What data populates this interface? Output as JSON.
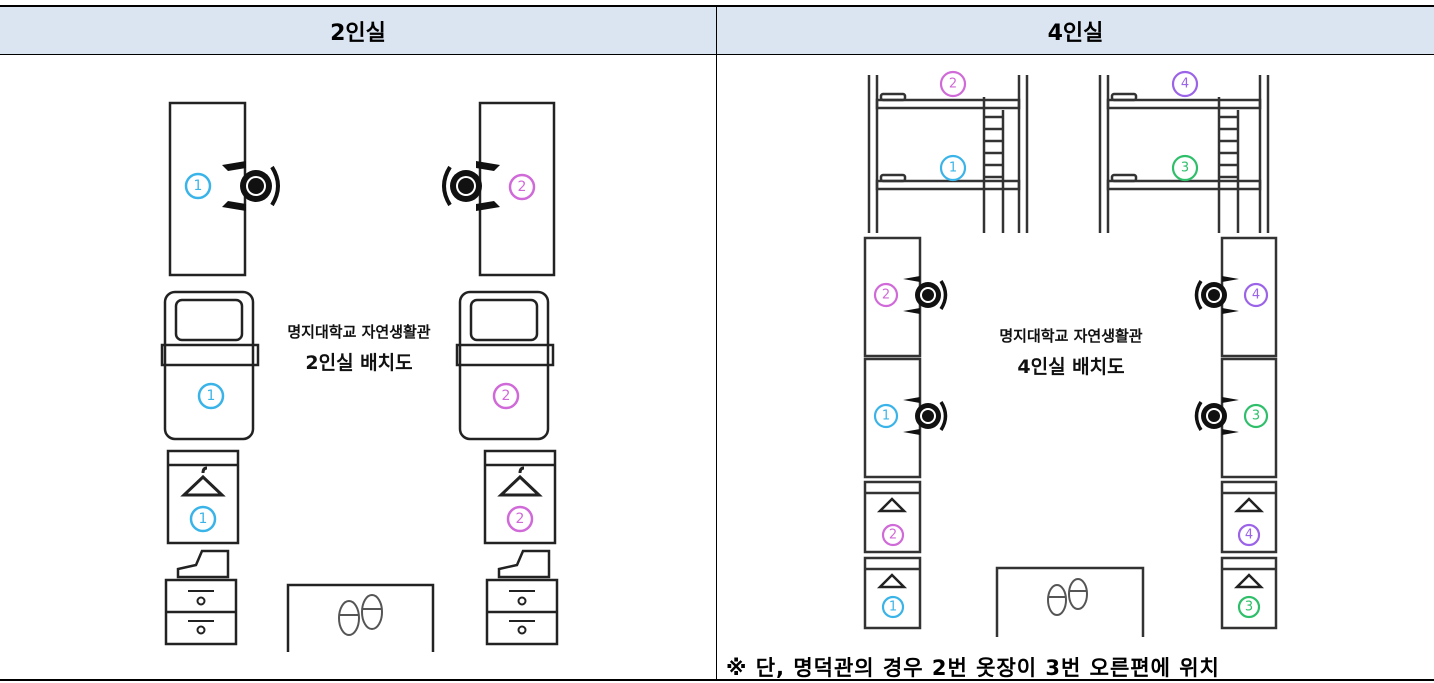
{
  "table": {
    "headers": [
      "2인실",
      "4인실"
    ]
  },
  "room2": {
    "title_line1": "명지대학교 자연생활관",
    "title_line2": "2인실 배치도",
    "left_number": "1",
    "right_number": "2"
  },
  "room4": {
    "title_line1": "명지대학교 자연생활관",
    "title_line2": "4인실 배치도",
    "bunk_left_top": "2",
    "bunk_left_bottom": "1",
    "bunk_right_top": "4",
    "bunk_right_bottom": "3",
    "desk_left_top": "2",
    "desk_left_bottom": "1",
    "desk_right_top": "4",
    "desk_right_bottom": "3",
    "closet_left_top": "2",
    "closet_left_bottom": "1",
    "closet_right_top": "4",
    "closet_right_bottom": "3"
  },
  "note": "※ 단, 명덕관의 경우 2번 옷장이 3번 오른편에 위치",
  "colors": {
    "header_bg": "#dbe5f1",
    "blue": "#3ab4e8",
    "pink": "#d06ad8",
    "purple": "#9b63e8",
    "green": "#2fbf6a"
  }
}
